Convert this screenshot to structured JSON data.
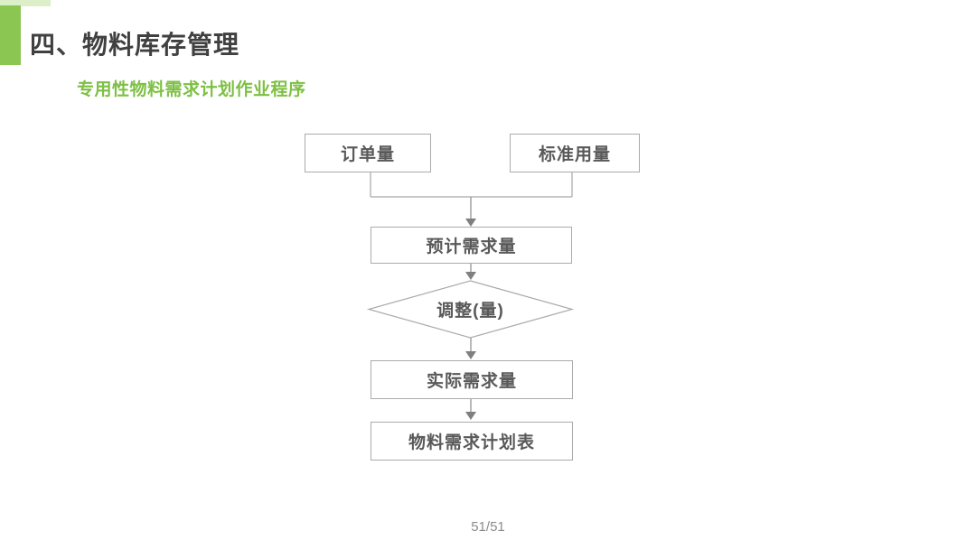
{
  "slide": {
    "title": "四、物料库存管理",
    "subtitle": "专用性物料需求计划作业程序",
    "page_number": "51/51"
  },
  "flowchart": {
    "nodes": [
      {
        "id": "order-quantity",
        "type": "process",
        "label": "订单量"
      },
      {
        "id": "standard-usage",
        "type": "process",
        "label": "标准用量"
      },
      {
        "id": "forecast-demand",
        "type": "process",
        "label": "预计需求量"
      },
      {
        "id": "adjustment",
        "type": "decision",
        "label": "调整(量)"
      },
      {
        "id": "actual-demand",
        "type": "process",
        "label": "实际需求量"
      },
      {
        "id": "material-plan",
        "type": "process",
        "label": "物料需求计划表"
      }
    ],
    "edges": [
      {
        "from": "order-quantity",
        "to": "forecast-demand"
      },
      {
        "from": "standard-usage",
        "to": "forecast-demand"
      },
      {
        "from": "forecast-demand",
        "to": "adjustment"
      },
      {
        "from": "adjustment",
        "to": "actual-demand"
      },
      {
        "from": "actual-demand",
        "to": "material-plan"
      }
    ]
  },
  "colors": {
    "accent_green": "#8cc652",
    "subtitle_green": "#7dc043",
    "title_gray": "#404040",
    "node_text_gray": "#595959",
    "node_border_gray": "#ababab",
    "line_gray": "#a6a6a6",
    "arrow_gray": "#7f7f7f",
    "page_number_gray": "#8c8c8c"
  }
}
